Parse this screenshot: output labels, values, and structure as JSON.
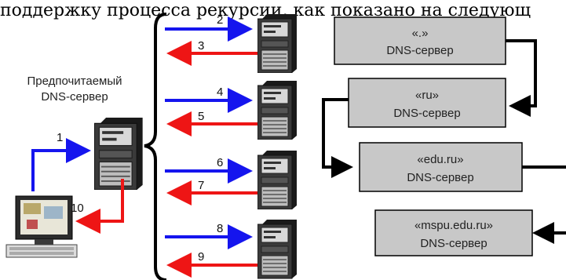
{
  "caption": "поддержку процесса рекурсии, как показано на следующ",
  "preferred_label": [
    "Предпочитаемый",
    "DNS-сервер"
  ],
  "step_numbers": [
    "1",
    "2",
    "3",
    "4",
    "5",
    "6",
    "7",
    "8",
    "9",
    "10"
  ],
  "dns_boxes": [
    {
      "name": "«.»",
      "type": "DNS-сервер"
    },
    {
      "name": "«ru»",
      "type": "DNS-сервер"
    },
    {
      "name": "«edu.ru»",
      "type": "DNS-сервер"
    },
    {
      "name": "«mspu.edu.ru»",
      "type": "DNS-сервер"
    }
  ],
  "colors": {
    "query_arrow": "#1515ee",
    "response_arrow": "#ee1515",
    "box_fill": "#c8c8c8",
    "server_body": "#3a3a3a"
  },
  "icons": [
    "computer-icon",
    "server-icon"
  ]
}
